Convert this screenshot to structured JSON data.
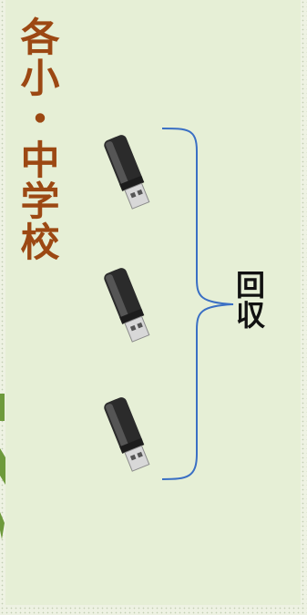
{
  "title": "各小・中学校",
  "collect_label": "回収",
  "usb_count": 3,
  "colors": {
    "title": "#9c4813",
    "bracket": "#3a6fc4",
    "background": "#e6efd6",
    "accent": "#6e9a3c"
  },
  "icons": [
    "usb-drive-icon",
    "usb-drive-icon",
    "usb-drive-icon"
  ]
}
